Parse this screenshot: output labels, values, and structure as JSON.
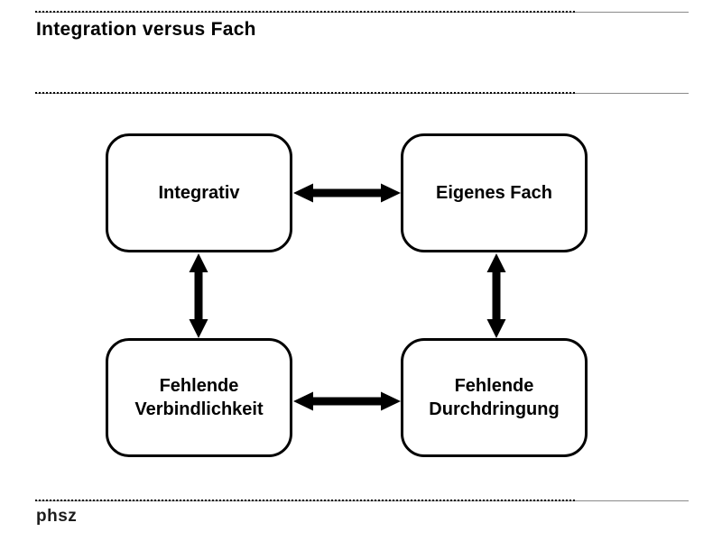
{
  "slide": {
    "title": "Integration versus Fach",
    "footer_logo": "phsz"
  },
  "colors": {
    "background": "#ffffff",
    "foreground": "#000000",
    "rule_gray": "#8a8a8a"
  },
  "diagram": {
    "type": "concept-map",
    "nodes": [
      {
        "id": "integrativ",
        "label": "Integrativ",
        "position": "top-left"
      },
      {
        "id": "eigenes-fach",
        "label": "Eigenes Fach",
        "position": "top-right"
      },
      {
        "id": "fehlende-verbindlichkeit",
        "label": "Fehlende Verbindlichkeit",
        "position": "bottom-left"
      },
      {
        "id": "fehlende-durchdringung",
        "label": "Fehlende Durchdringung",
        "position": "bottom-right"
      }
    ],
    "edges": [
      {
        "from": "integrativ",
        "to": "eigenes-fach",
        "direction": "bidirectional",
        "orientation": "horizontal"
      },
      {
        "from": "integrativ",
        "to": "fehlende-verbindlichkeit",
        "direction": "bidirectional",
        "orientation": "vertical"
      },
      {
        "from": "eigenes-fach",
        "to": "fehlende-durchdringung",
        "direction": "bidirectional",
        "orientation": "vertical"
      },
      {
        "from": "fehlende-verbindlichkeit",
        "to": "fehlende-durchdringung",
        "direction": "bidirectional",
        "orientation": "horizontal"
      }
    ]
  }
}
